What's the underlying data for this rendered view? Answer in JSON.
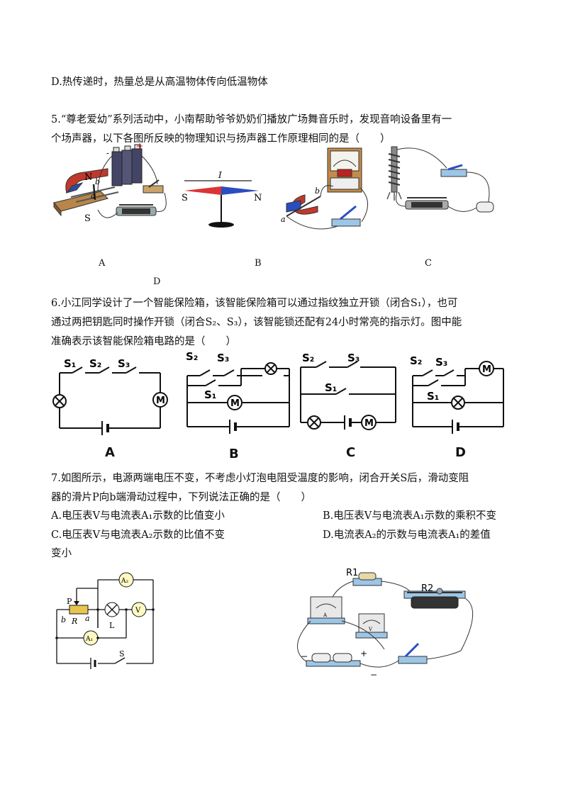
{
  "q4": {
    "option_d": "D.热传递时，热量总是从高温物体传向低温物体"
  },
  "q5": {
    "line1": "5.“尊老爱幼”系列活动中，小南帮助爷爷奶奶们播放广场舞音乐时，发现音响设备里有一",
    "line2": "个场声器，以下各图所反映的物理知识与扬声器工作原理相同的是（　　）",
    "labels": [
      "A",
      "B",
      "C",
      "D"
    ],
    "fig_text": {
      "n": "N",
      "s": "S",
      "a": "a",
      "b": "b",
      "minus": "-",
      "plus": "+",
      "needle_s": "S",
      "needle_n": "N",
      "current_i": "I"
    }
  },
  "q6": {
    "line1": "6.小江同学设计了一个智能保险箱，该智能保险箱可以通过指纹独立开锁（闭合S₁），也可",
    "line2": "通过两把钥匙同时操作开锁（闭合S₂、S₃），该智能锁还配有24小时常亮的指示灯。图中能",
    "line3": "准确表示该智能保险箱电路的是（　　）",
    "labels": [
      "A",
      "B",
      "C",
      "D"
    ],
    "fig_text": {
      "s1": "S₁",
      "s2": "S₂",
      "s3": "S₃",
      "motor": "M"
    }
  },
  "q7": {
    "line1": "7.如图所示，电源两端电压不变，不考虑小灯泡电阻受温度的影响，闭合开关S后，滑动变阻",
    "line2": "器的滑片P向b端滑动过程中，下列说法正确的是（　　）",
    "option_a": "A.电压表V与电流表A₁示数的比值变小",
    "option_b": "B.电压表V与电流表A₁示数的乘积不变",
    "option_c": "C.电压表V与电流表A₂示数的比值不变",
    "option_d": "D.电流表A₂的示数与电流表A₁的差值",
    "option_d_cont": "变小",
    "fig_text": {
      "a2": "A₂",
      "a1": "A₁",
      "v": "V",
      "p": "P",
      "r": "R",
      "b": "b",
      "a": "a",
      "l": "L",
      "s": "S",
      "r1": "R1",
      "r2": "R2",
      "minus": "−",
      "plus": "+",
      "meter_a": "A",
      "meter_v": "V"
    }
  }
}
